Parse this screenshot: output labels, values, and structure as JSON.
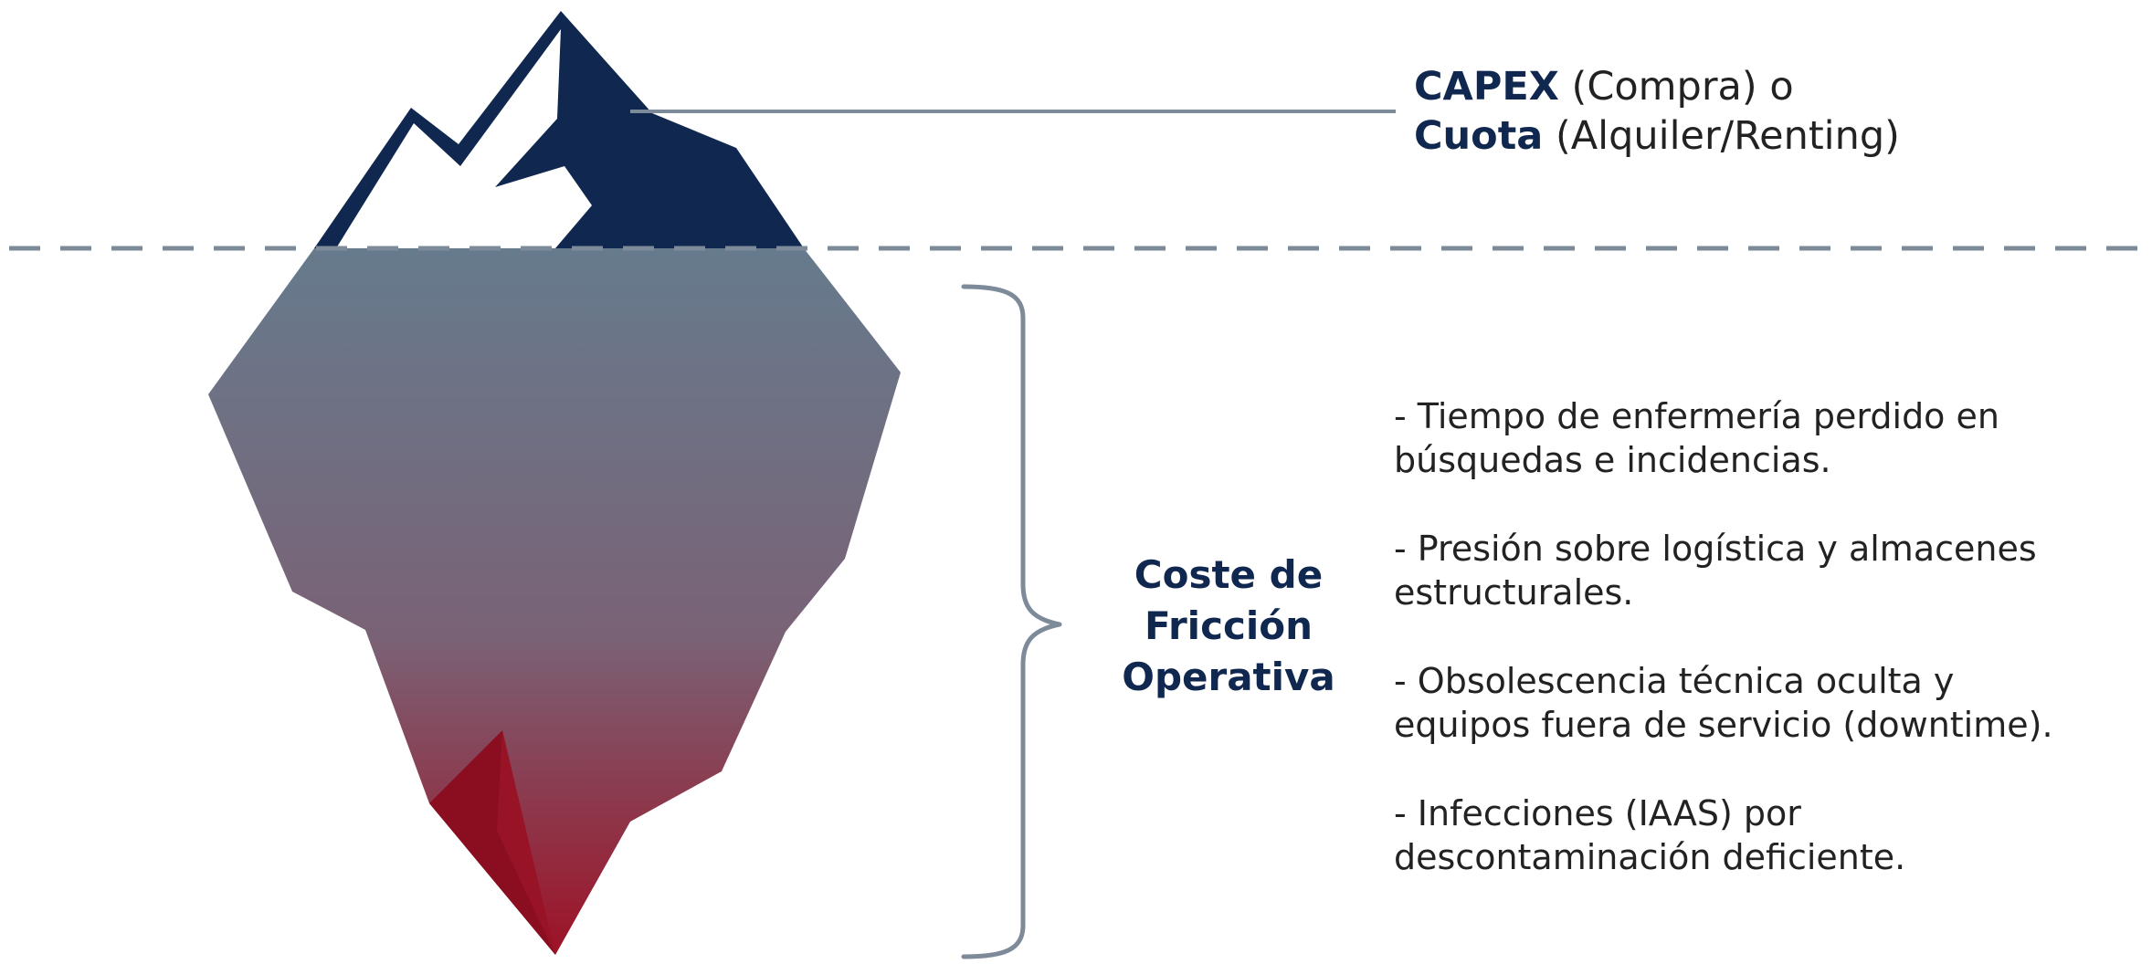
{
  "top_label": {
    "line1_bold": "CAPEX",
    "line1_rest": " (Compra) o",
    "line2_bold": "Cuota",
    "line2_rest": " (Alquiler/Renting)"
  },
  "friction": {
    "title_lines": [
      "Coste de",
      "Fricción",
      "Operativa"
    ],
    "items": [
      {
        "line1": "- Tiempo de enfermería perdido en",
        "line2": "búsquedas e incidencias."
      },
      {
        "line1": "- Presión sobre logística y almacenes",
        "line2": "estructurales."
      },
      {
        "line1": "- Obsolescencia técnica oculta y",
        "line2": "equipos fuera de servicio (downtime)."
      },
      {
        "line1": "- Infecciones (IAAS) por",
        "line2": "descontaminación deficiente."
      }
    ]
  },
  "colors": {
    "navy": "#10284f",
    "gray_line": "#7d8a99",
    "gradient_top": "#667b8d",
    "gradient_bottom": "#9e1226",
    "deep_red": "#8a0e20",
    "text": "#222222"
  },
  "icons": {
    "iceberg": "iceberg-icon",
    "waterline": "dashed-waterline"
  }
}
